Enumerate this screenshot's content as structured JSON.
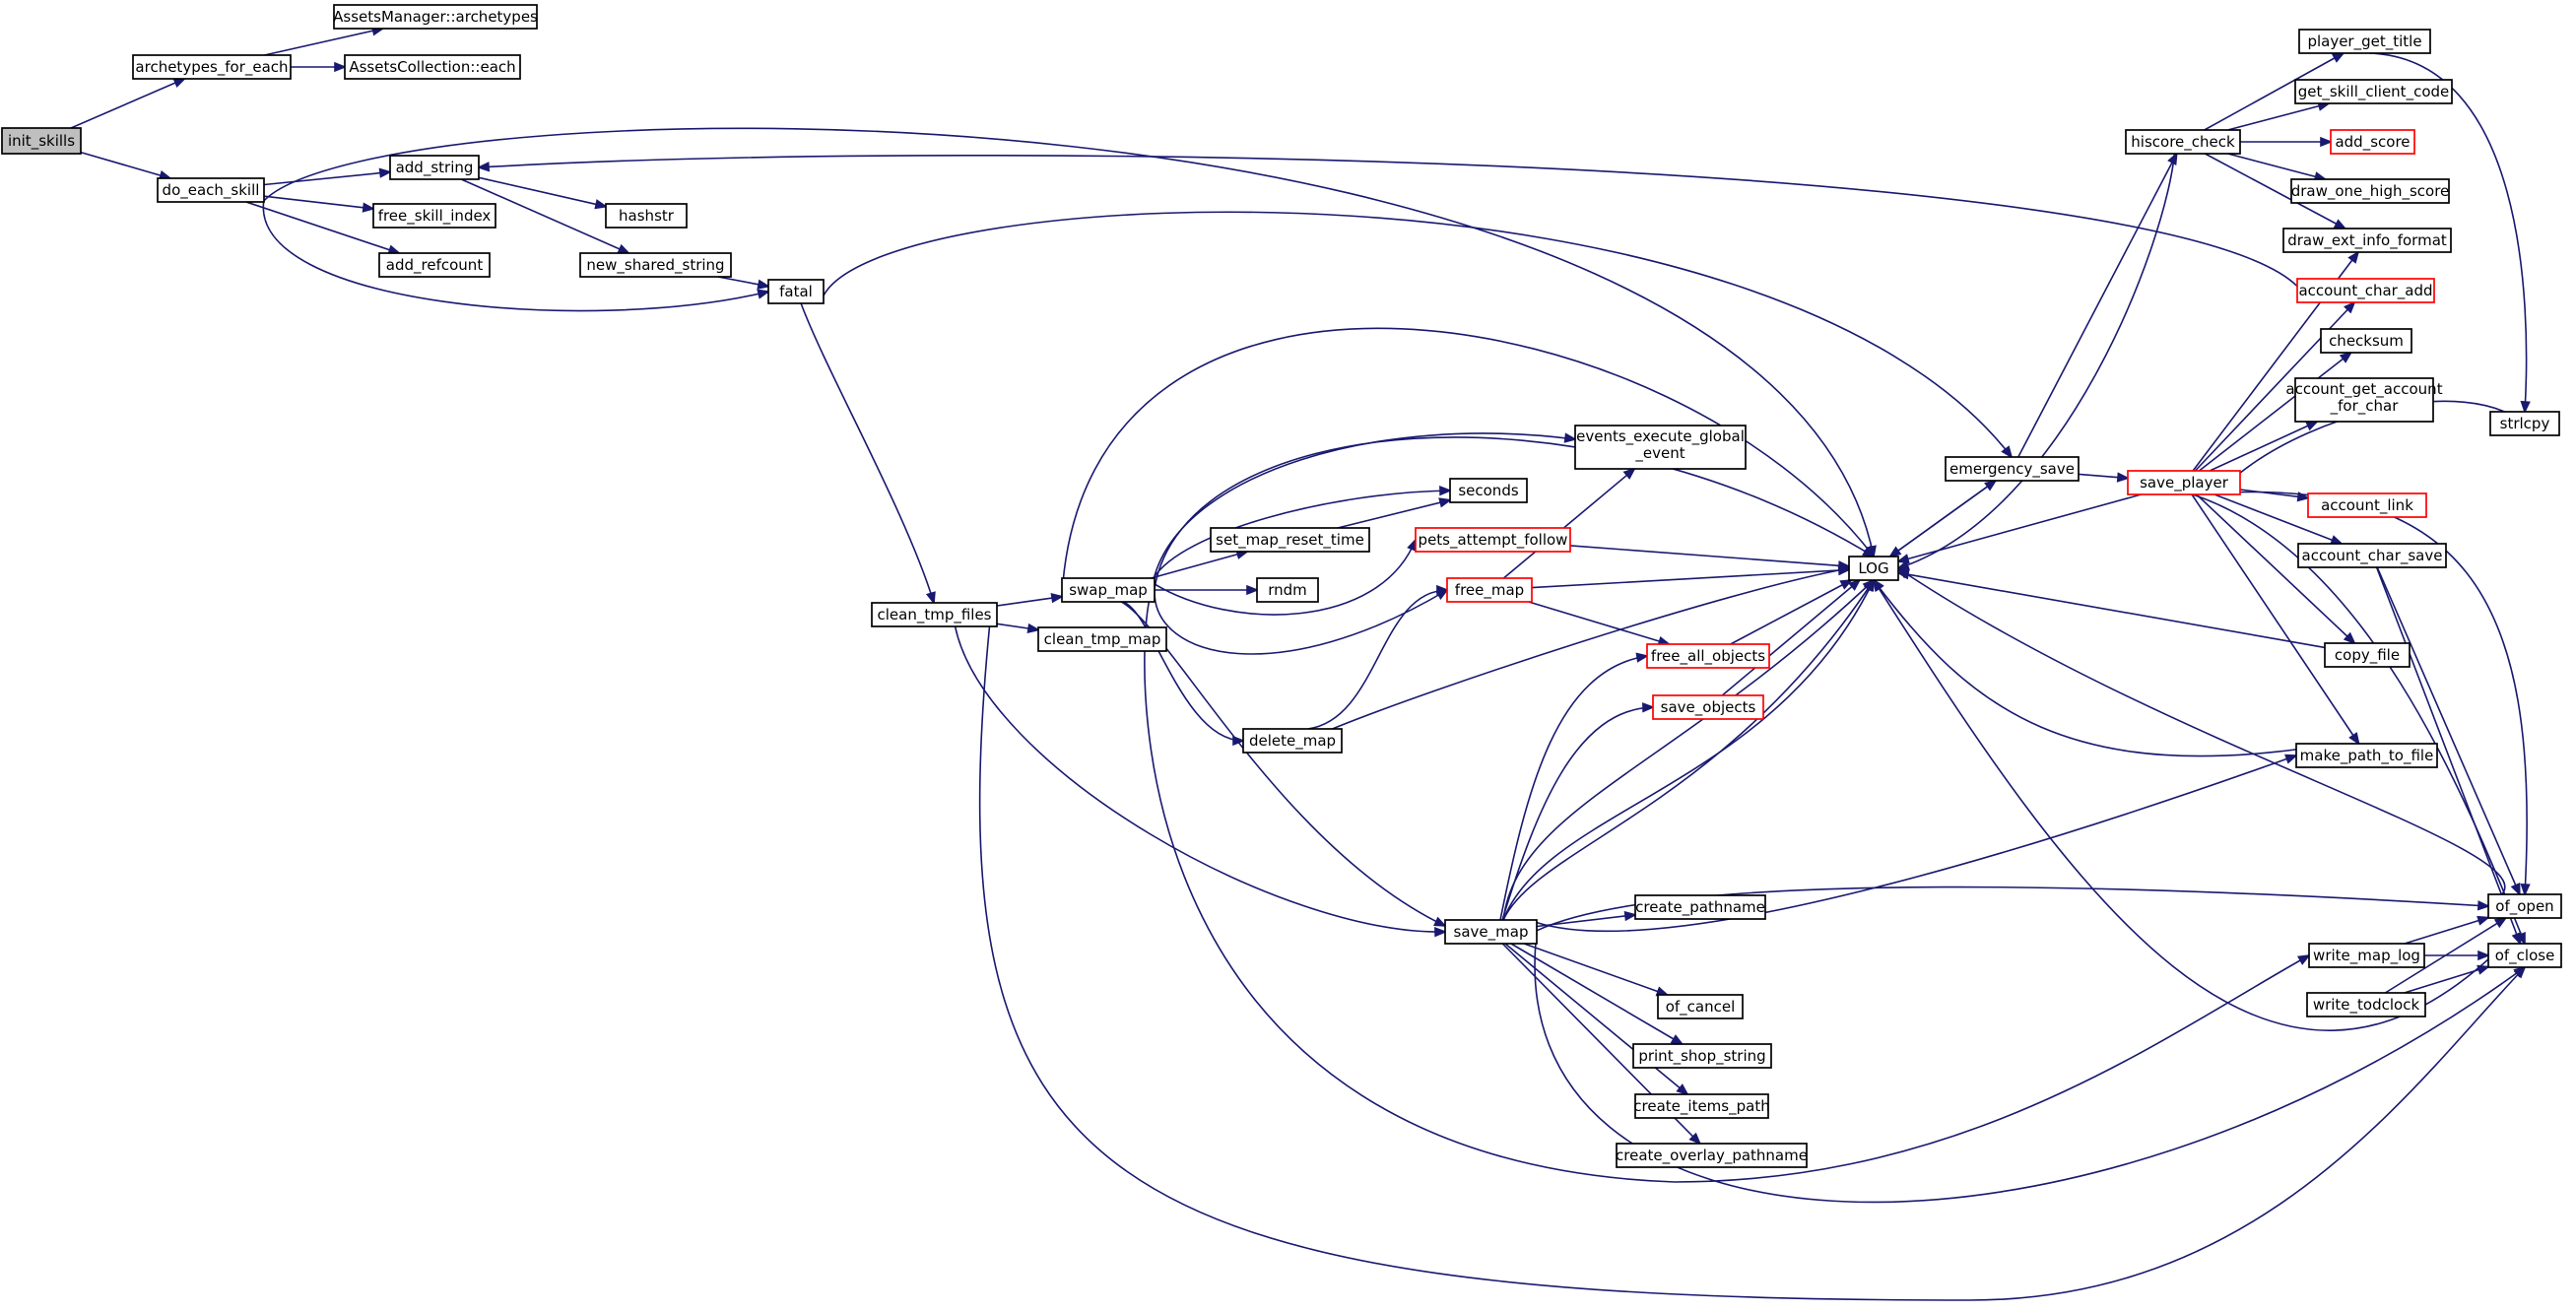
{
  "graph": {
    "colors": {
      "edge": "#191970",
      "node_border": "#000000",
      "truncated_border": "#ff0000",
      "root_fill": "#bfbfbf",
      "background": "#ffffff"
    },
    "nodes": [
      {
        "id": "init_skills",
        "lines": [
          "init_skills"
        ],
        "root": true
      },
      {
        "id": "archetypes_for_each",
        "lines": [
          "archetypes_for_each"
        ]
      },
      {
        "id": "AssetsManager_archetypes",
        "lines": [
          "AssetsManager::archetypes"
        ]
      },
      {
        "id": "AssetsCollection_each",
        "lines": [
          "AssetsCollection::each"
        ]
      },
      {
        "id": "do_each_skill",
        "lines": [
          "do_each_skill"
        ]
      },
      {
        "id": "add_string",
        "lines": [
          "add_string"
        ]
      },
      {
        "id": "free_skill_index",
        "lines": [
          "free_skill_index"
        ]
      },
      {
        "id": "add_refcount",
        "lines": [
          "add_refcount"
        ]
      },
      {
        "id": "hashstr",
        "lines": [
          "hashstr"
        ]
      },
      {
        "id": "new_shared_string",
        "lines": [
          "new_shared_string"
        ]
      },
      {
        "id": "fatal",
        "lines": [
          "fatal"
        ]
      },
      {
        "id": "clean_tmp_files",
        "lines": [
          "clean_tmp_files"
        ]
      },
      {
        "id": "swap_map",
        "lines": [
          "swap_map"
        ]
      },
      {
        "id": "clean_tmp_map",
        "lines": [
          "clean_tmp_map"
        ]
      },
      {
        "id": "events_execute_global_event",
        "lines": [
          "events_execute_global",
          "_event"
        ]
      },
      {
        "id": "seconds",
        "lines": [
          "seconds"
        ]
      },
      {
        "id": "set_map_reset_time",
        "lines": [
          "set_map_reset_time"
        ]
      },
      {
        "id": "rndm",
        "lines": [
          "rndm"
        ]
      },
      {
        "id": "pets_attempt_follow",
        "lines": [
          "pets_attempt_follow"
        ],
        "truncated": true
      },
      {
        "id": "free_map",
        "lines": [
          "free_map"
        ],
        "truncated": true
      },
      {
        "id": "delete_map",
        "lines": [
          "delete_map"
        ]
      },
      {
        "id": "free_all_objects",
        "lines": [
          "free_all_objects"
        ],
        "truncated": true
      },
      {
        "id": "save_objects",
        "lines": [
          "save_objects"
        ],
        "truncated": true
      },
      {
        "id": "save_map",
        "lines": [
          "save_map"
        ]
      },
      {
        "id": "create_pathname",
        "lines": [
          "create_pathname"
        ]
      },
      {
        "id": "of_cancel",
        "lines": [
          "of_cancel"
        ]
      },
      {
        "id": "print_shop_string",
        "lines": [
          "print_shop_string"
        ]
      },
      {
        "id": "create_items_path",
        "lines": [
          "create_items_path"
        ]
      },
      {
        "id": "create_overlay_pathname",
        "lines": [
          "create_overlay_pathname"
        ]
      },
      {
        "id": "LOG",
        "lines": [
          "LOG"
        ]
      },
      {
        "id": "emergency_save",
        "lines": [
          "emergency_save"
        ]
      },
      {
        "id": "hiscore_check",
        "lines": [
          "hiscore_check"
        ]
      },
      {
        "id": "save_player",
        "lines": [
          "save_player"
        ],
        "truncated": true
      },
      {
        "id": "player_get_title",
        "lines": [
          "player_get_title"
        ]
      },
      {
        "id": "get_skill_client_code",
        "lines": [
          "get_skill_client_code"
        ]
      },
      {
        "id": "add_score",
        "lines": [
          "add_score"
        ],
        "truncated": true
      },
      {
        "id": "draw_one_high_score",
        "lines": [
          "draw_one_high_score"
        ]
      },
      {
        "id": "draw_ext_info_format",
        "lines": [
          "draw_ext_info_format"
        ]
      },
      {
        "id": "account_char_add",
        "lines": [
          "account_char_add"
        ],
        "truncated": true
      },
      {
        "id": "checksum",
        "lines": [
          "checksum"
        ]
      },
      {
        "id": "account_get_account_for_char",
        "lines": [
          "account_get_account",
          "_for_char"
        ]
      },
      {
        "id": "account_link",
        "lines": [
          "account_link"
        ],
        "truncated": true
      },
      {
        "id": "account_char_save",
        "lines": [
          "account_char_save"
        ]
      },
      {
        "id": "copy_file",
        "lines": [
          "copy_file"
        ]
      },
      {
        "id": "make_path_to_file",
        "lines": [
          "make_path_to_file"
        ]
      },
      {
        "id": "strlcpy",
        "lines": [
          "strlcpy"
        ]
      },
      {
        "id": "of_open",
        "lines": [
          "of_open"
        ]
      },
      {
        "id": "of_close",
        "lines": [
          "of_close"
        ]
      },
      {
        "id": "write_map_log",
        "lines": [
          "write_map_log"
        ]
      },
      {
        "id": "write_todclock",
        "lines": [
          "write_todclock"
        ]
      }
    ]
  }
}
